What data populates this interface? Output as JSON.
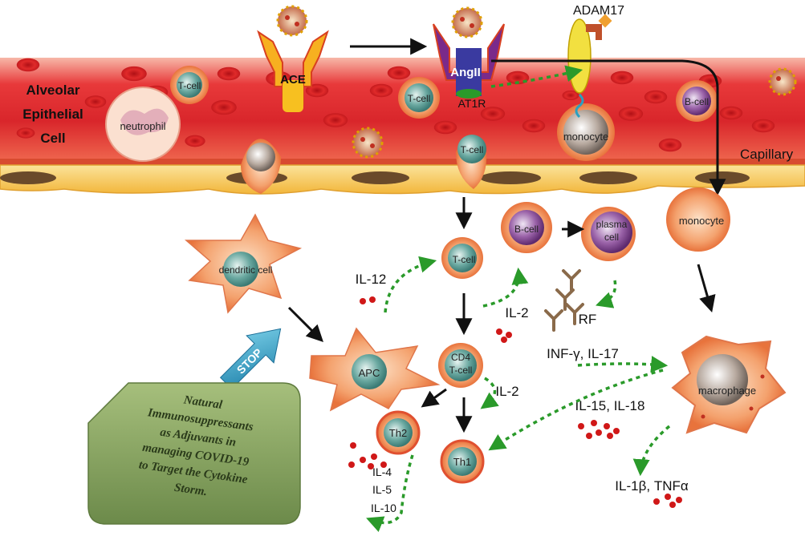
{
  "labels": {
    "alveolar_epithelial_cell": [
      "Alveolar",
      "Epithelial",
      "Cell"
    ],
    "capillary": "Capillary",
    "ace": "ACE",
    "angii": "AngII",
    "at1r": "AT1R",
    "adam17": "ADAM17",
    "stop": "STOP"
  },
  "cells": {
    "t_cell": "T-cell",
    "neutrophil": "neutrophil",
    "b_cell": "B-cell",
    "monocyte": "monocyte",
    "plasma_cell": [
      "plasma",
      "cell"
    ],
    "dendritic_cell": "dendritic cell",
    "apc": "APC",
    "cd4_t_cell": [
      "CD4",
      "T-cell"
    ],
    "th1": "Th1",
    "th2": "Th2",
    "macrophage": "macrophage"
  },
  "cytokines": {
    "il12": "IL-12",
    "il2": "IL-2",
    "rf": "RF",
    "inf_il17": "INF-γ, IL-17",
    "il15_il18": "IL-15, IL-18",
    "il1b_tnfa": "IL-1β, TNFα",
    "il4": "IL-4",
    "il5": "IL-5",
    "il10": "IL-10"
  },
  "caption_box": [
    "Natural",
    "Immunosuppressants",
    "as Adjuvants  in",
    "managing COVID-19",
    "to Target the Cytokine",
    "Storm."
  ],
  "colors": {
    "vessel_red": "#d9262b",
    "epithelium": "#f4c24a",
    "cell_orange": "#f08a50",
    "nucleus_teal": "#4f8f8a",
    "nucleus_purple": "#7a3c8a",
    "arrow_green": "#2a9a2a",
    "caption_green": "#7a9a55",
    "stop_blue": "#3aa7c8"
  }
}
